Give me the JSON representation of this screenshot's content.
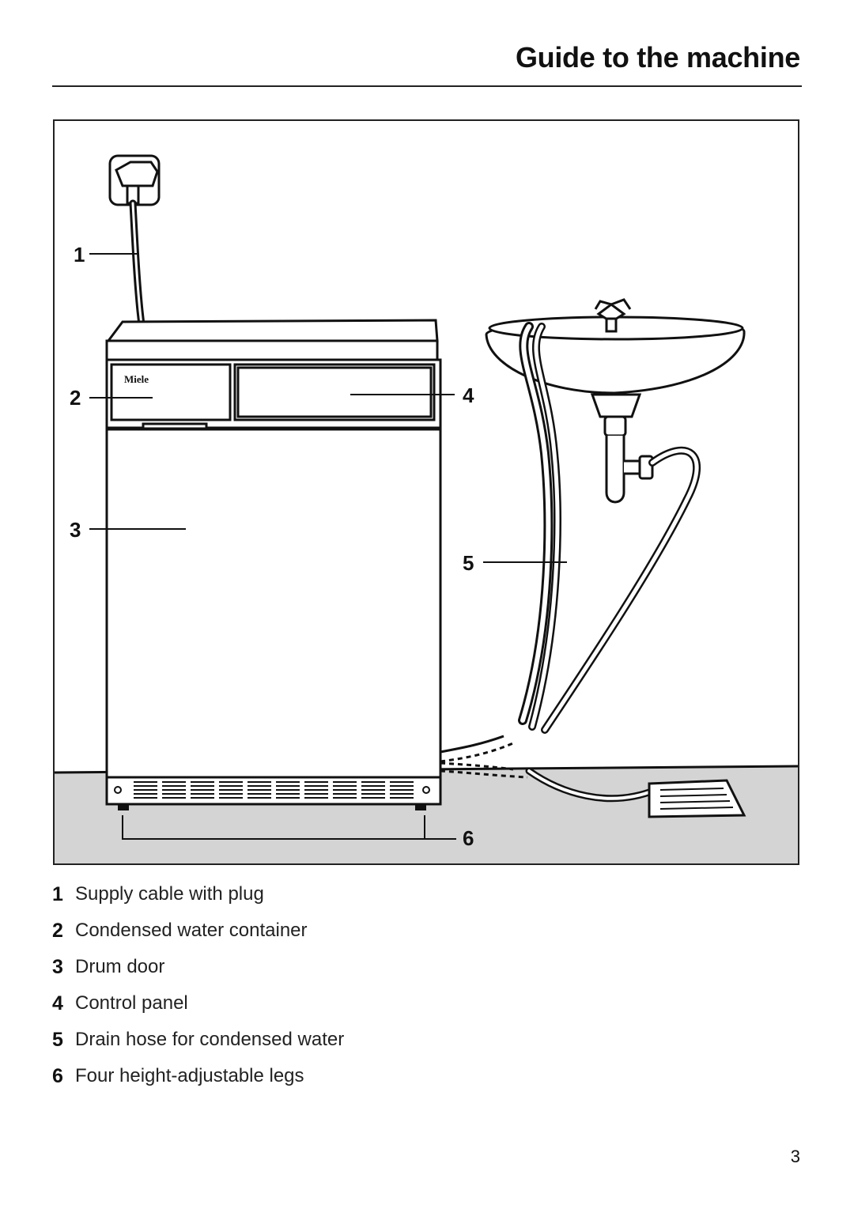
{
  "header": {
    "title": "Guide to the machine"
  },
  "figure": {
    "brand": "Miele",
    "callouts": [
      "1",
      "2",
      "3",
      "4",
      "5",
      "6"
    ]
  },
  "legend": [
    {
      "number": "1",
      "label": "Supply cable with plug"
    },
    {
      "number": "2",
      "label": "Condensed water container"
    },
    {
      "number": "3",
      "label": "Drum door"
    },
    {
      "number": "4",
      "label": "Control panel"
    },
    {
      "number": "5",
      "label": "Drain hose for condensed water"
    },
    {
      "number": "6",
      "label": "Four height-adjustable legs"
    }
  ],
  "footer": {
    "page_number": "3"
  }
}
